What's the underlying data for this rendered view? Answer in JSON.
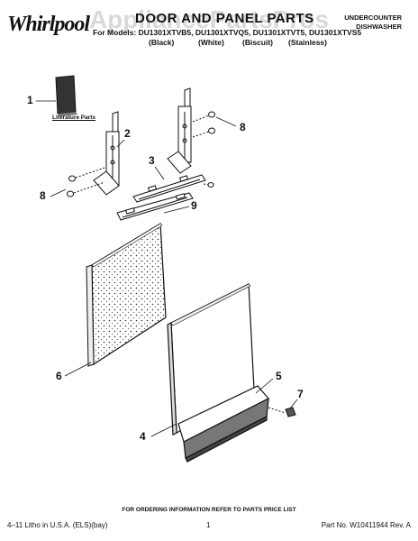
{
  "header": {
    "brand": "Whirlpool",
    "watermark": "AppliancePartsPros",
    "title": "DOOR AND PANEL PARTS",
    "models_line": "For Models: DU1301XTVB5, DU1301XTVQ5, DU1301XTVT5, DU1301XTVS5",
    "finishes": [
      "(Black)",
      "(White)",
      "(Biscuit)",
      "(Stainless)"
    ],
    "category_line1": "UNDERCOUNTER",
    "category_line2": "DISHWASHER"
  },
  "diagram": {
    "literature_label": "Literature Parts",
    "callouts": [
      "1",
      "2",
      "3",
      "4",
      "5",
      "6",
      "7",
      "8",
      "8",
      "9"
    ]
  },
  "footer": {
    "ordering_note": "FOR ORDERING INFORMATION REFER TO PARTS PRICE LIST",
    "left": "4–11 Litho in U.S.A. (ELS)(bay)",
    "page": "1",
    "part_no": "Part No. W10411944 Rev. A"
  }
}
